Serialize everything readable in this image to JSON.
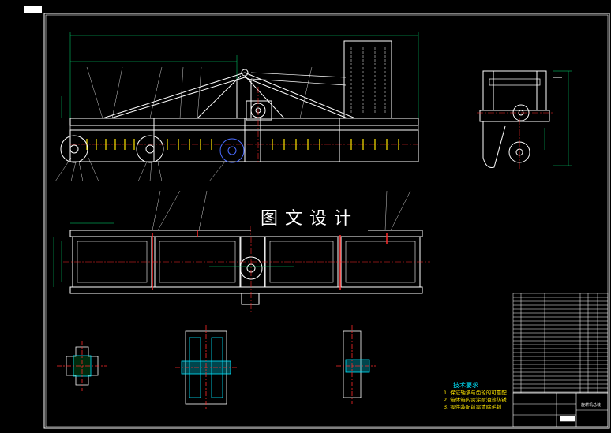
{
  "watermark": {
    "text": "图文设计"
  },
  "tech_requirements": {
    "title": "技术要求",
    "items": [
      "1. 保证轴承与齿轮的可靠配",
      "2. 箱体箱内需涂耐油漆防锈",
      "3. 零件装配前需清除毛刺"
    ]
  },
  "title_block": {
    "drawing_name": "旋耕机总装"
  },
  "colors": {
    "background": "#000000",
    "outline": "#ffffff",
    "centerline": "#ff2a2a",
    "dimension": "#00e676",
    "hidden": "#ffe600",
    "section": "#00e5ff"
  }
}
